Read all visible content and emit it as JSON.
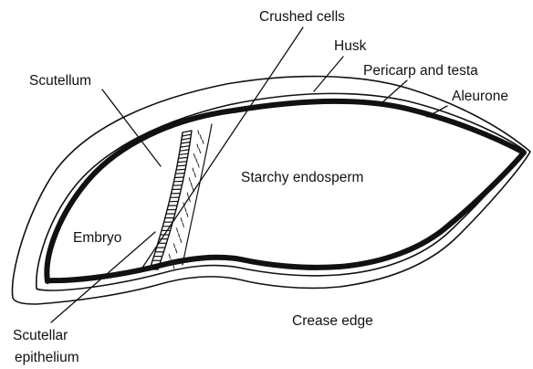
{
  "figure": {
    "labels": {
      "crushed_cells": "Crushed cells",
      "husk": "Husk",
      "pericarp_testa": "Pericarp and testa",
      "aleurone": "Aleurone",
      "scutellum": "Scutellum",
      "starchy_endosperm": "Starchy endosperm",
      "embryo": "Embryo",
      "scutellar_line1": "Scutellar",
      "scutellar_line2": "epithelium",
      "crease_edge": "Crease edge"
    }
  }
}
